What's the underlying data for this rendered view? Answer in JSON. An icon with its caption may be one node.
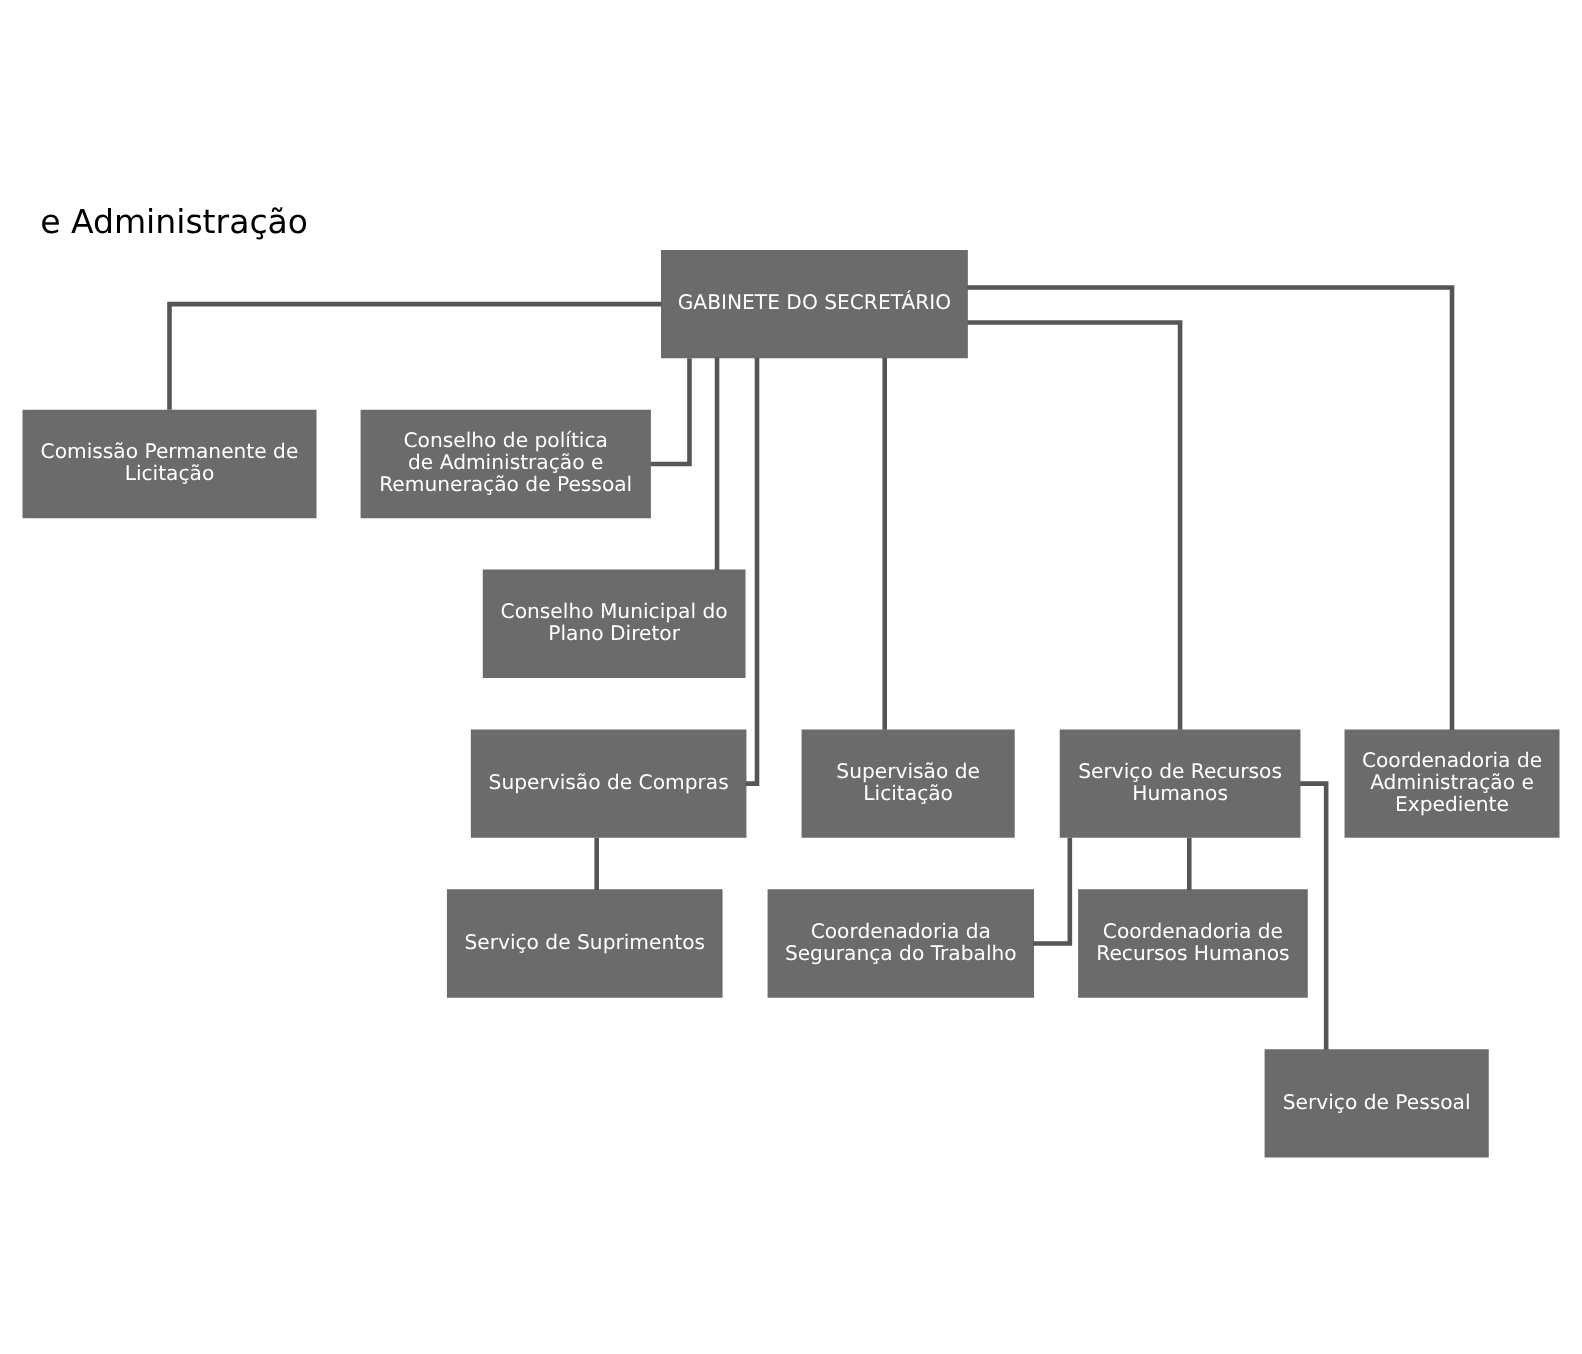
{
  "diagram": {
    "title": "e Administração",
    "nodes": [
      {
        "text": [
          "GABINETE DO SECRETÁRIO"
        ]
      },
      {
        "text": [
          "Comissão Permanente de Licitação"
        ]
      },
      {
        "text": [
          "Conselho de política de Administração e Remuneração de Pessoal"
        ]
      },
      {
        "text": [
          "Conselho Municipal do Plano Diretor"
        ]
      },
      {
        "text": [
          "Supervisão de Compras"
        ]
      },
      {
        "text": [
          "Supervisão de Licitação"
        ]
      },
      {
        "text": [
          "Serviço de Recursos Humanos"
        ]
      },
      {
        "text": [
          "Coordenadoria de Administração e Expediente"
        ]
      },
      {
        "text": [
          "Serviço de Suprimentos"
        ]
      },
      {
        "text": [
          "Coordenadoria da Segurança do Trabalho"
        ]
      },
      {
        "text": [
          "Coordenadoria de Recursos Humanos"
        ]
      },
      {
        "text": [
          "Serviço de Pessoal"
        ]
      }
    ],
    "edges": [
      {
        "from": 0,
        "to": 1,
        "arrow": "none"
      },
      {
        "from": 0,
        "to": 2,
        "arrow": "none"
      },
      {
        "from": 0,
        "to": 3,
        "arrow": "none"
      },
      {
        "from": 0,
        "to": 4,
        "arrow": "none"
      },
      {
        "from": 0,
        "to": 5,
        "arrow": "none"
      },
      {
        "from": 0,
        "to": 6,
        "arrow": "none"
      },
      {
        "from": 0,
        "to": 7,
        "arrow": "none"
      },
      {
        "from": 4,
        "to": 8,
        "arrow": "none"
      },
      {
        "from": 6,
        "to": 9,
        "arrow": "none"
      },
      {
        "from": 6,
        "to": 10,
        "arrow": "none"
      },
      {
        "from": 6,
        "to": 11,
        "arrow": "none"
      }
    ]
  }
}
